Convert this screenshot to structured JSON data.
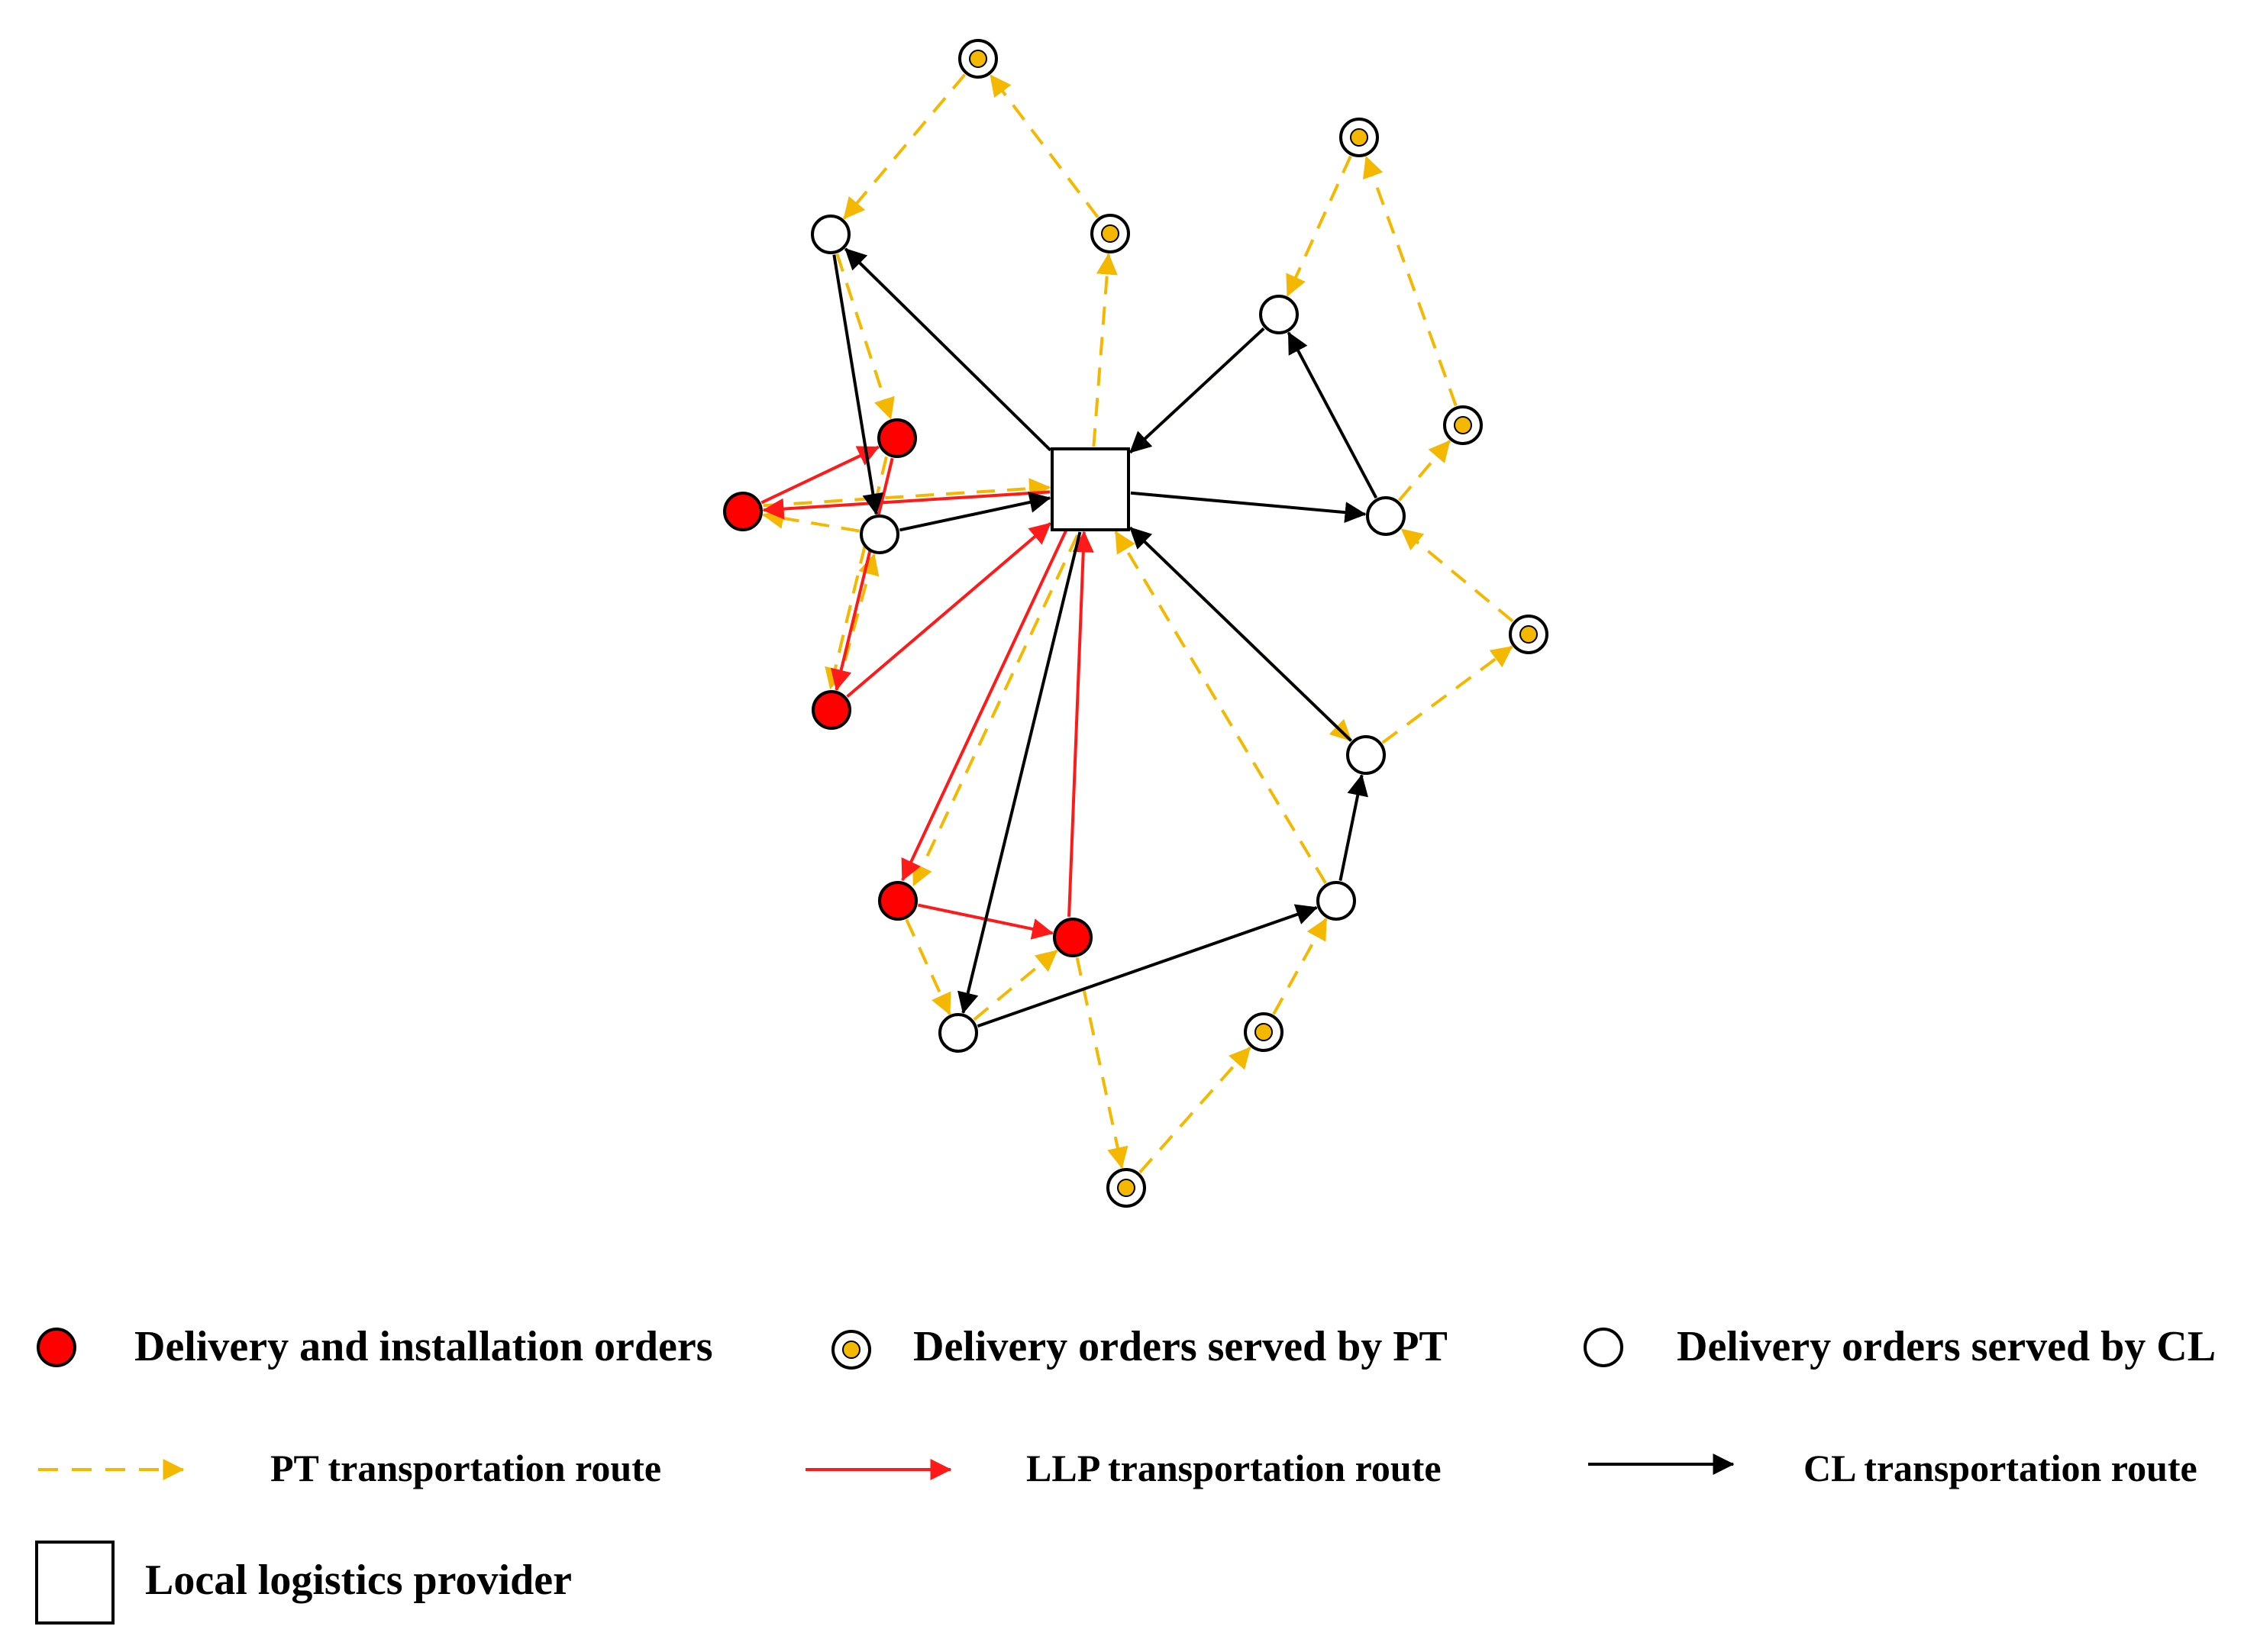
{
  "colors": {
    "pt_route": "#f5b800",
    "llp_route": "#ff1a1a",
    "cl_route": "#000000",
    "install_node_fill": "#ff0000",
    "pt_node_inner": "#f5b800",
    "node_stroke": "#000000",
    "background": "#ffffff"
  },
  "nodes": {
    "depot": {
      "type": "depot"
    },
    "A": {
      "type": "cl"
    },
    "B": {
      "type": "cl"
    },
    "C": {
      "type": "cl"
    },
    "D": {
      "type": "cl"
    },
    "E": {
      "type": "cl"
    },
    "F": {
      "type": "cl"
    },
    "G": {
      "type": "cl"
    },
    "R1": {
      "type": "install"
    },
    "R2": {
      "type": "install"
    },
    "R3": {
      "type": "install"
    },
    "R4": {
      "type": "install"
    },
    "R5": {
      "type": "install"
    },
    "P1": {
      "type": "pt"
    },
    "P2": {
      "type": "pt"
    },
    "P3": {
      "type": "pt"
    },
    "P4": {
      "type": "pt"
    },
    "P5": {
      "type": "pt"
    },
    "P6": {
      "type": "pt"
    },
    "P7": {
      "type": "pt"
    }
  },
  "routes": {
    "cl": [
      [
        "depot",
        "A"
      ],
      [
        "A",
        "B"
      ],
      [
        "B",
        "depot"
      ],
      [
        "depot",
        "D"
      ],
      [
        "D",
        "C"
      ],
      [
        "C",
        "depot"
      ],
      [
        "depot",
        "G"
      ],
      [
        "G",
        "F"
      ],
      [
        "F",
        "E"
      ],
      [
        "E",
        "depot"
      ]
    ],
    "llp": [
      [
        "depot",
        "R1"
      ],
      [
        "R1",
        "R2"
      ],
      [
        "R2",
        "R3"
      ],
      [
        "R3",
        "depot"
      ],
      [
        "depot",
        "R4"
      ],
      [
        "R4",
        "R5"
      ],
      [
        "R5",
        "depot"
      ]
    ],
    "pt": [
      [
        "depot",
        "P2"
      ],
      [
        "P2",
        "P1"
      ],
      [
        "P1",
        "A"
      ],
      [
        "A",
        "R2"
      ],
      [
        "R2",
        "R3"
      ],
      [
        "R3",
        "B"
      ],
      [
        "B",
        "R1"
      ],
      [
        "R1",
        "depot"
      ],
      [
        "depot",
        "E"
      ],
      [
        "E",
        "P5"
      ],
      [
        "P5",
        "D"
      ],
      [
        "D",
        "P4"
      ],
      [
        "P4",
        "P3"
      ],
      [
        "P3",
        "C"
      ],
      [
        "C",
        "depot"
      ],
      [
        "depot",
        "R4"
      ],
      [
        "R4",
        "G"
      ],
      [
        "G",
        "R5"
      ],
      [
        "R5",
        "P7"
      ],
      [
        "P7",
        "P6"
      ],
      [
        "P6",
        "F"
      ],
      [
        "F",
        "depot"
      ]
    ]
  },
  "legend": {
    "install_label": "Delivery and installation orders",
    "pt_order_label": "Delivery orders served by PT",
    "cl_order_label": "Delivery orders served by CL",
    "pt_route_label": "PT transportation route",
    "llp_route_label": "LLP transportation route",
    "cl_route_label": "CL transportation route",
    "depot_label": "Local logistics provider"
  }
}
